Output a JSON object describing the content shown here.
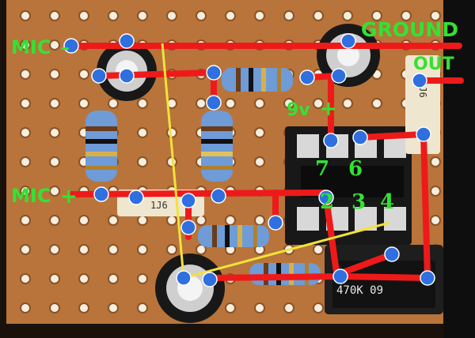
{
  "labels": {
    "mic_minus": "MIC",
    "mic_minus_sign": "–",
    "mic_plus": "MIC",
    "mic_plus_sign": "+",
    "ground": "GROUND",
    "out": "OUT",
    "supply": "9v",
    "supply_sign": "+"
  },
  "pins": {
    "p7": "7",
    "p6": "6",
    "p2": "2",
    "p3": "3",
    "p4": "4"
  },
  "markings": {
    "pot": "470K 09",
    "cap_left": "1J6",
    "cap_right": "3J6"
  },
  "colors": {
    "board": "#b8743a",
    "board_dark": "#8a5226",
    "hole": "#f6efe0",
    "trace": "#ee1a1a",
    "node": "#2f6fe0",
    "wire": "#f2e23a",
    "label_green": "#33e233",
    "resistor_body": "#6f9bd6",
    "component_black": "#161616"
  }
}
